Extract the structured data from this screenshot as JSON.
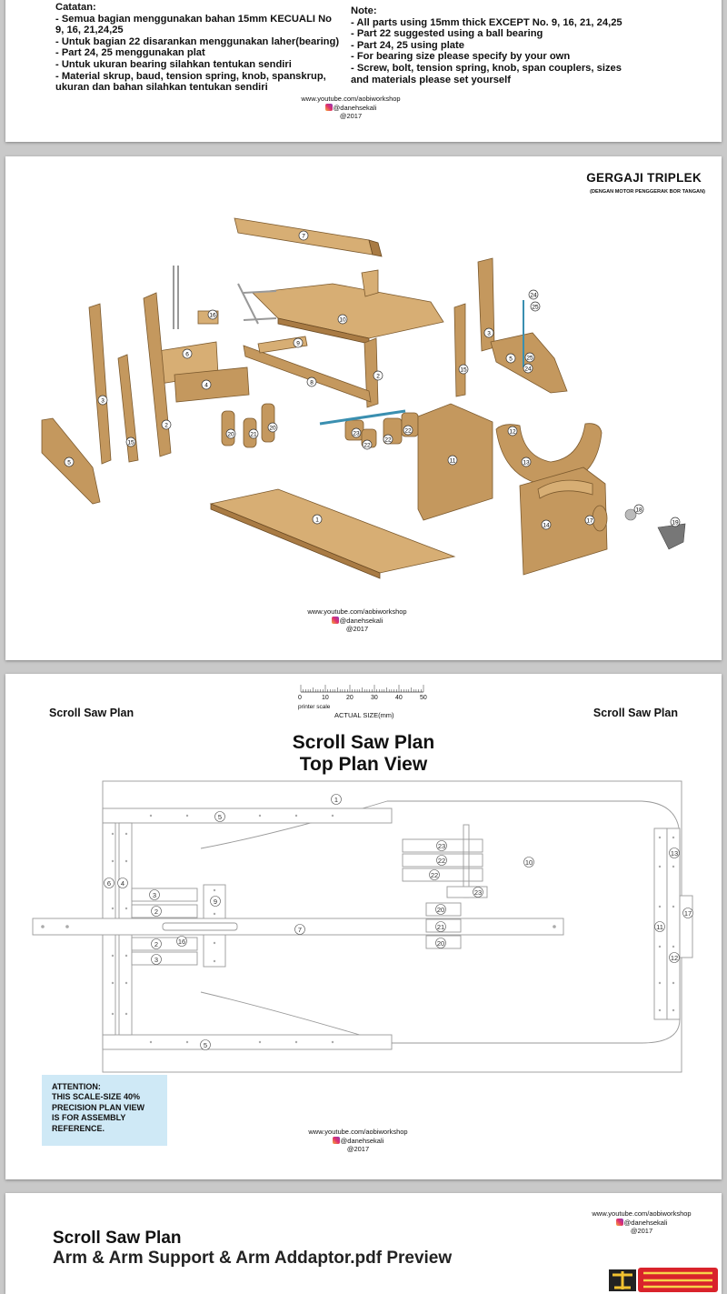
{
  "page1": {
    "left_heading": "Catatan:",
    "left_lines": "- Semua bagian menggunakan bahan 15mm KECUALI No\n   9, 16, 21,24,25\n- Untuk bagian 22 disarankan menggunakan laher(bearing)\n- Part 24, 25 menggunakan plat\n- Untuk ukuran bearing silahkan tentukan sendiri\n- Material skrup, baud, tension spring, knob,  spanskrup,\n   ukuran dan bahan silahkan tentukan sendiri",
    "right_heading": "Note:",
    "right_lines": "- All parts using 15mm thick EXCEPT No. 9, 16, 21, 24,25\n- Part 22 suggested using a ball bearing\n- Part 24, 25 using plate\n- For bearing size please specify by your own\n- Screw, bolt, tension spring, knob, span couplers, sizes\nand materials please set yourself",
    "youtube": "www.youtube.com/aobiworkshop",
    "instagram": "@danehsekali",
    "year": "@2017"
  },
  "page2": {
    "title": "GERGAJI TRIPLEK",
    "subtitle": "(DENGAN MOTOR PENGGERAK BOR TANGAN)",
    "youtube": "www.youtube.com/aobiworkshop",
    "instagram": "@danehsekali",
    "year": "@2017"
  },
  "page3": {
    "header_left": "Scroll Saw Plan",
    "header_right": "Scroll Saw Plan",
    "scale_ticks": [
      "0",
      "10",
      "20",
      "30",
      "40",
      "50"
    ],
    "printer_scale": "printer scale",
    "actual_size": "ACTUAL SIZE(mm)",
    "title_line1": "Scroll Saw Plan",
    "title_line2": "Top Plan View",
    "attention_heading": "ATTENTION:",
    "attention_body": "THIS SCALE-SIZE 40%\nPRECISION PLAN VIEW\nIS FOR ASSEMBLY\nREFERENCE.",
    "youtube": "www.youtube.com/aobiworkshop",
    "instagram": "@danehsekali",
    "year": "@2017"
  },
  "page4": {
    "title_line1": "Scroll Saw Plan",
    "title_line2": "Arm & Arm Support & Arm Addaptor.pdf Preview",
    "youtube": "www.youtube.com/aobiworkshop",
    "instagram": "@danehsekali",
    "year": "@2017"
  },
  "colors": {
    "wood": "#c4985e",
    "attention_bg": "#cfe9f6",
    "page_bg": "#ffffff",
    "gap_bg": "#c9c9c9"
  }
}
